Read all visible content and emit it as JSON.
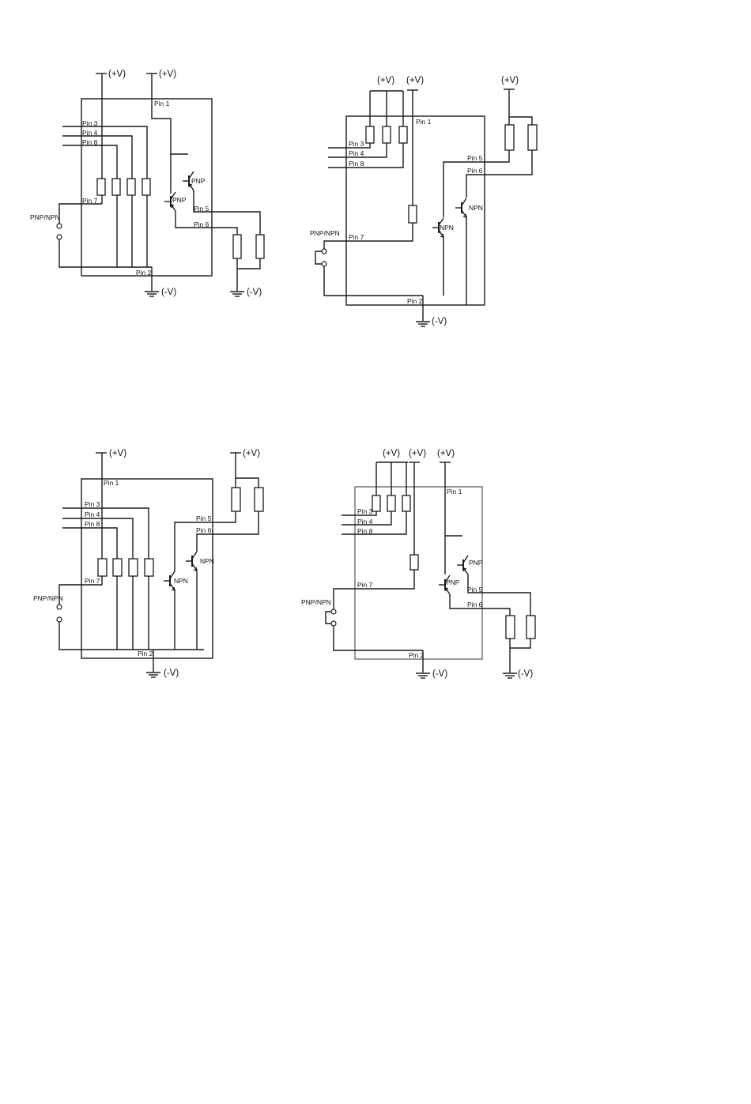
{
  "colors": {
    "ink": "#1a1a1a",
    "background": "#ffffff"
  },
  "labels": {
    "plus_v": "(+V)",
    "minus_v": "(-V)",
    "pnp_npn": "PNP/NPN",
    "pnp": "PNP",
    "npn": "NPN",
    "pin1": "Pin 1",
    "pin2": "Pin 2",
    "pin3": "Pin 3",
    "pin4": "Pin 4",
    "pin5": "Pin 5",
    "pin6": "Pin 6",
    "pin7": "Pin 7",
    "pin8": "Pin 8"
  },
  "diagrams": [
    {
      "id": "diagram-1",
      "output_transistor_type": "PNP"
    },
    {
      "id": "diagram-2",
      "output_transistor_type": "NPN"
    },
    {
      "id": "diagram-3",
      "output_transistor_type": "NPN"
    },
    {
      "id": "diagram-4",
      "output_transistor_type": "PNP"
    }
  ]
}
